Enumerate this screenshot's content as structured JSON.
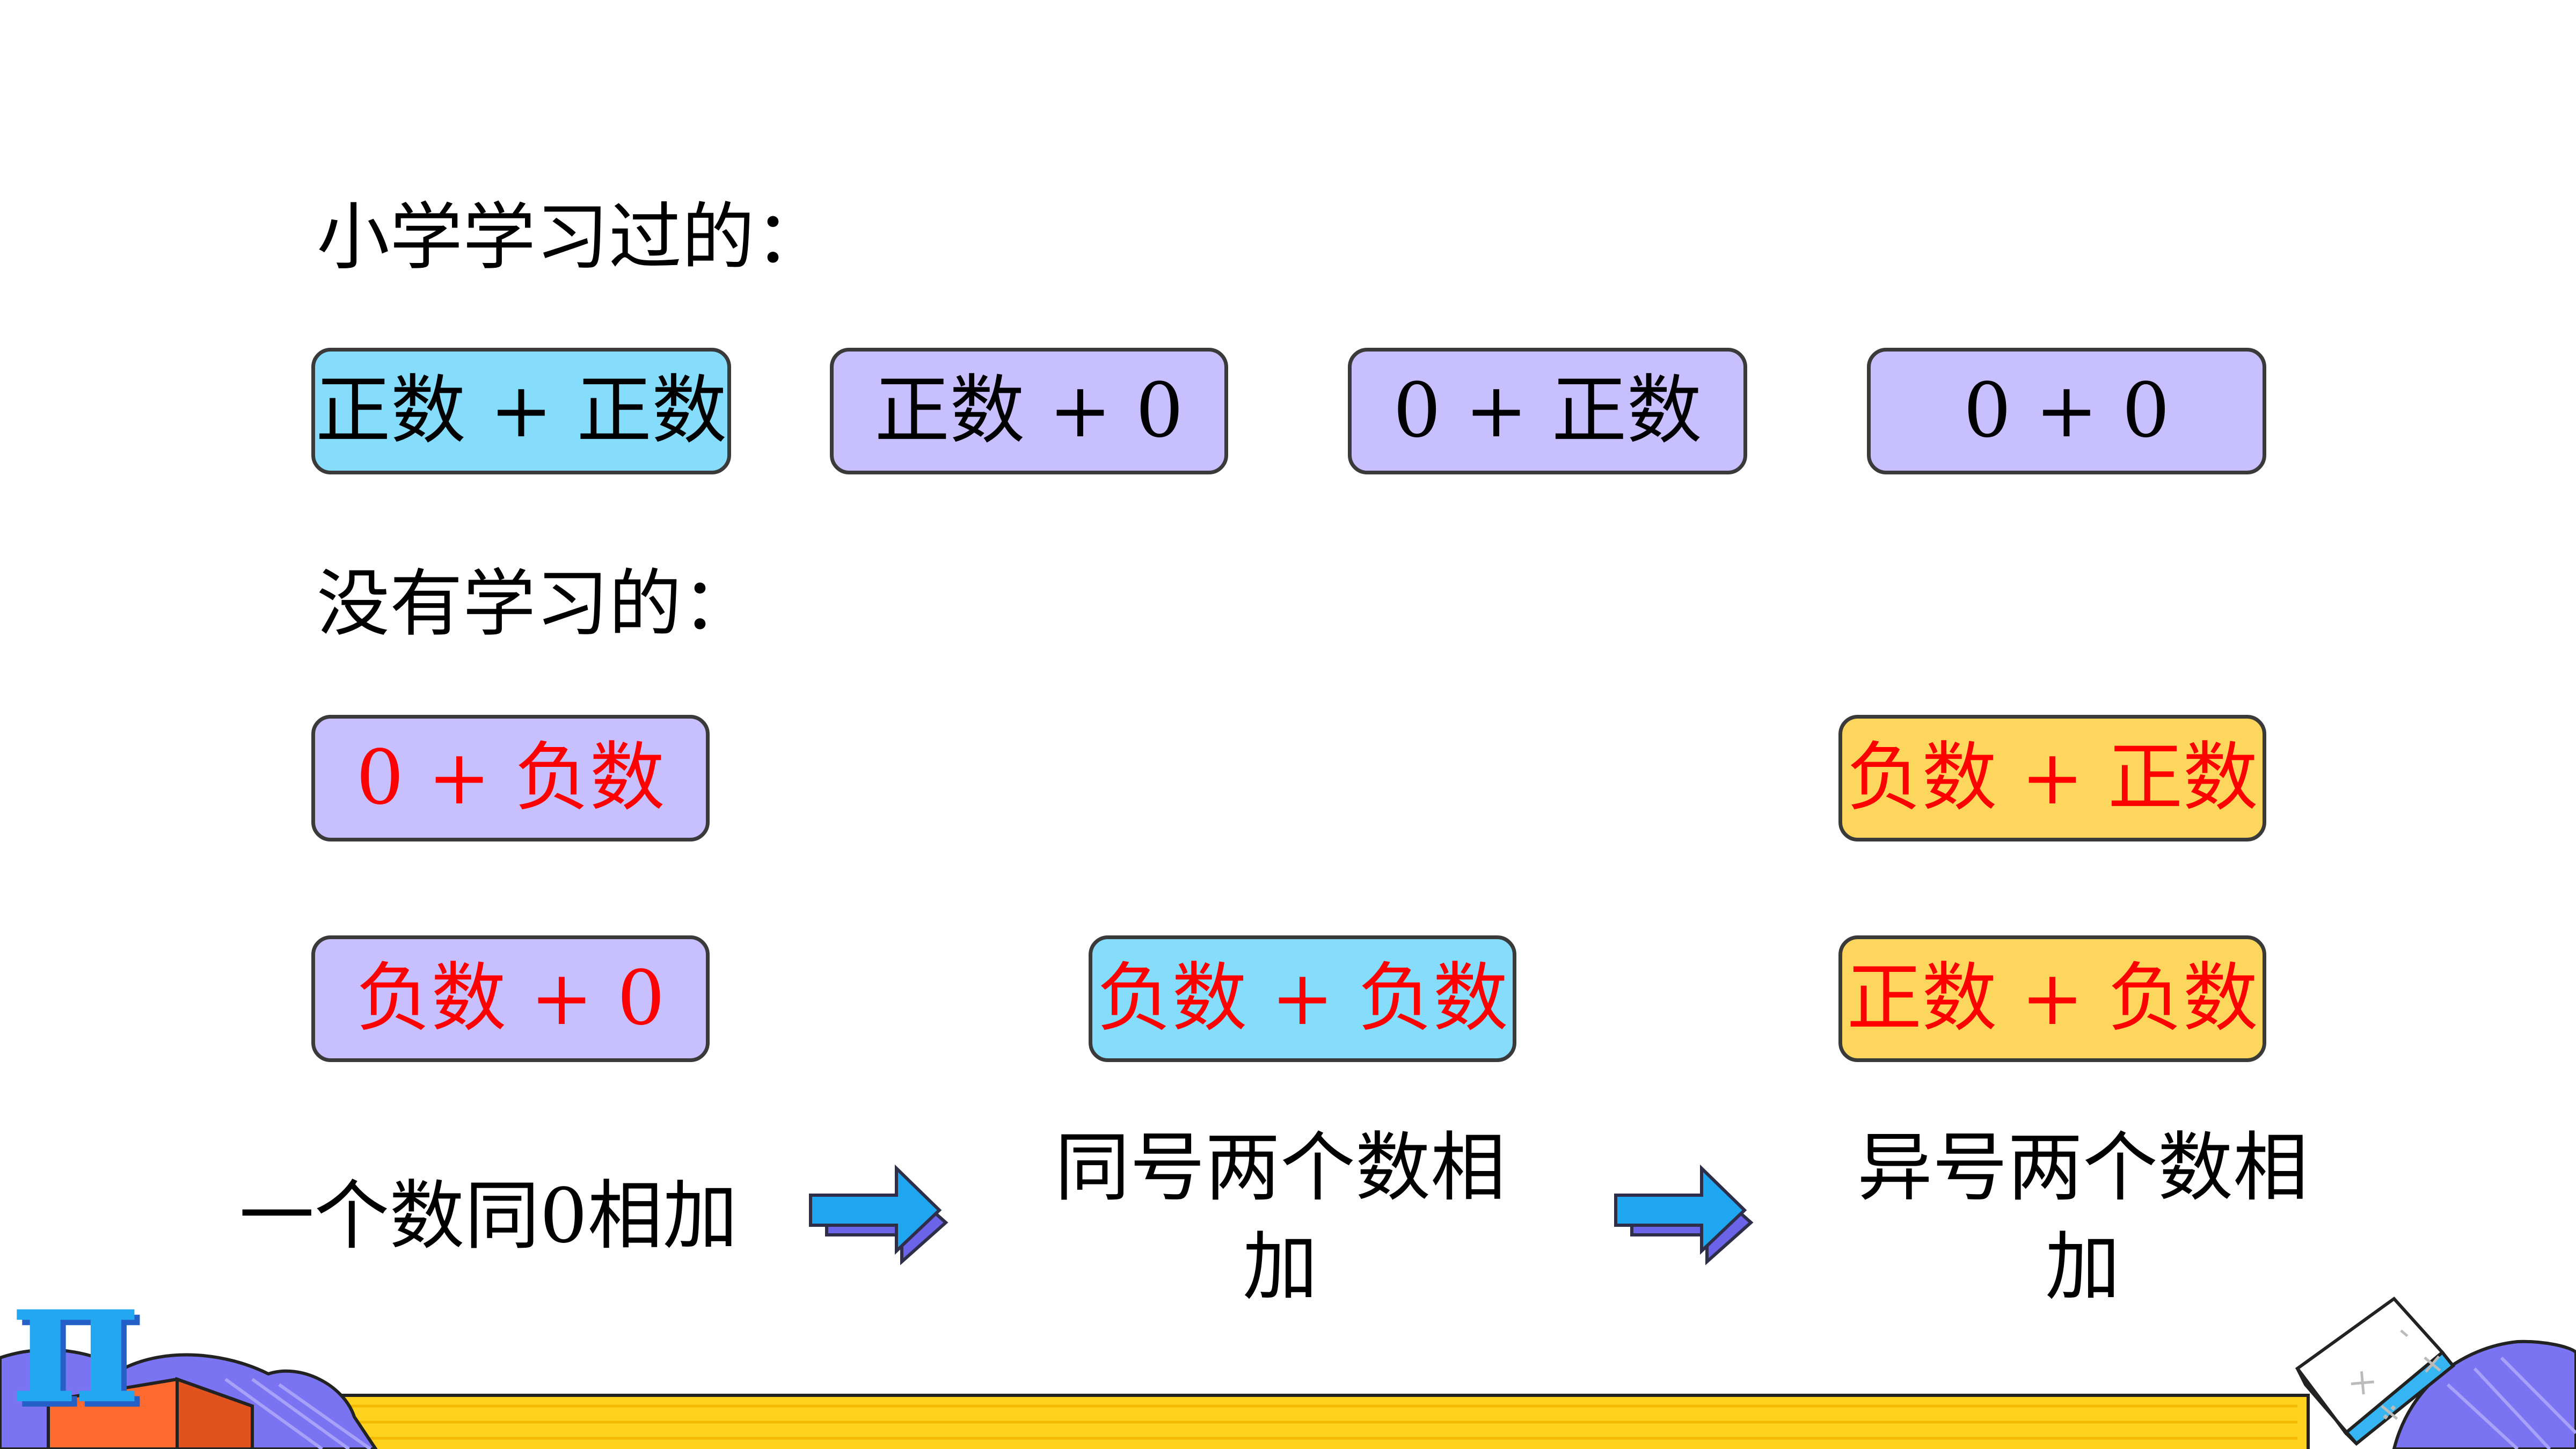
{
  "headings": {
    "learned": "小学学习过的：",
    "not_learned": "没有学习的："
  },
  "learned_cases": [
    "正数 + 正数",
    "正数 + 0",
    "0 +  正数",
    "0 + 0"
  ],
  "new_cases": {
    "zero_plus_negative": "0 + 负数",
    "negative_plus_zero": "负数 + 0",
    "negative_plus_negative": "负数 + 负数",
    "negative_plus_positive": "负数 + 正数",
    "positive_plus_negative": "正数 + 负数"
  },
  "categories": {
    "with_zero": "一个数同0相加",
    "same_sign": "同号两个数相加",
    "opposite_sign": "异号两个数相加"
  },
  "decor": {
    "pi_symbol": "π",
    "book_glyphs": [
      "-",
      "+",
      "×",
      "÷"
    ]
  },
  "colors": {
    "lavender_box": "#c7bffe",
    "sky_box": "#86dcfb",
    "gold_box": "#fdd65d",
    "red_text": "#ff0000",
    "arrow_fill": "#1ea7f0",
    "arrow_shadow": "#6b63e8",
    "footer_stripe": "#ffd21f"
  }
}
